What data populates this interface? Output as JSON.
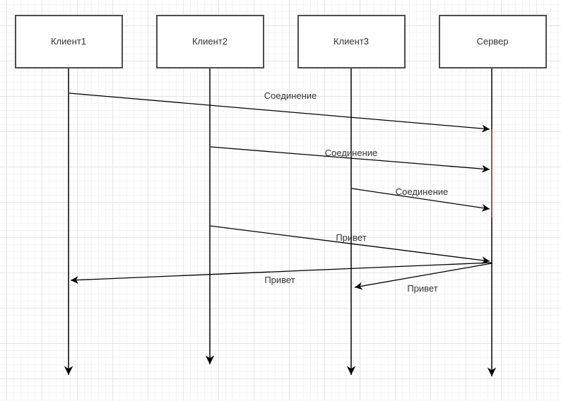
{
  "diagram": {
    "type": "sequence-diagram",
    "actors": [
      {
        "name": "Клиент1"
      },
      {
        "name": "Клиент2"
      },
      {
        "name": "Клиент3"
      },
      {
        "name": "Сервер"
      }
    ],
    "messages": [
      {
        "from": "Клиент1",
        "to": "Сервер",
        "label": "Соединение"
      },
      {
        "from": "Клиент2",
        "to": "Сервер",
        "label": "Соединение"
      },
      {
        "from": "Клиент3",
        "to": "Сервер",
        "label": "Соединение"
      },
      {
        "from": "Клиент2",
        "to": "Сервер",
        "label": "Привет"
      },
      {
        "from": "Сервер",
        "to": "Клиент1",
        "label": "Привет"
      },
      {
        "from": "Сервер",
        "to": "Клиент3",
        "label": "Привет"
      }
    ],
    "colors": {
      "message_line": "#000000",
      "box_border": "#4d4d4d",
      "box_fill": "#ffffff",
      "text": "#333333",
      "server_activation_segment": "#a0524e",
      "grid_minor": "#f4f4f4",
      "grid_major": "#e4e4e4"
    }
  }
}
